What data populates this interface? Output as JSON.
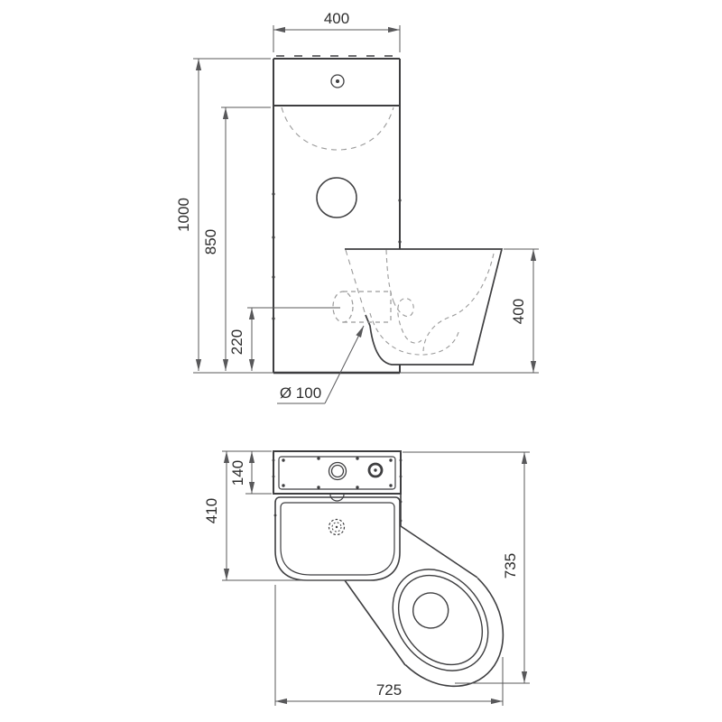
{
  "meta": {
    "background": "#ffffff",
    "line_color": "#3e3e40",
    "dim_line_color": "#58585a",
    "hidden_line_color": "#9a9a9a",
    "text_color": "#2d2d2d"
  },
  "front_view": {
    "dims": {
      "top_width": "400",
      "overall_height": "1000",
      "basin_height": "850",
      "outlet_height": "220",
      "wc_height": "400",
      "outlet_diameter": "Ø 100"
    }
  },
  "plan_view": {
    "dims": {
      "deck_depth": "140",
      "basin_depth": "410",
      "overall_depth": "735",
      "overall_width": "725"
    }
  }
}
